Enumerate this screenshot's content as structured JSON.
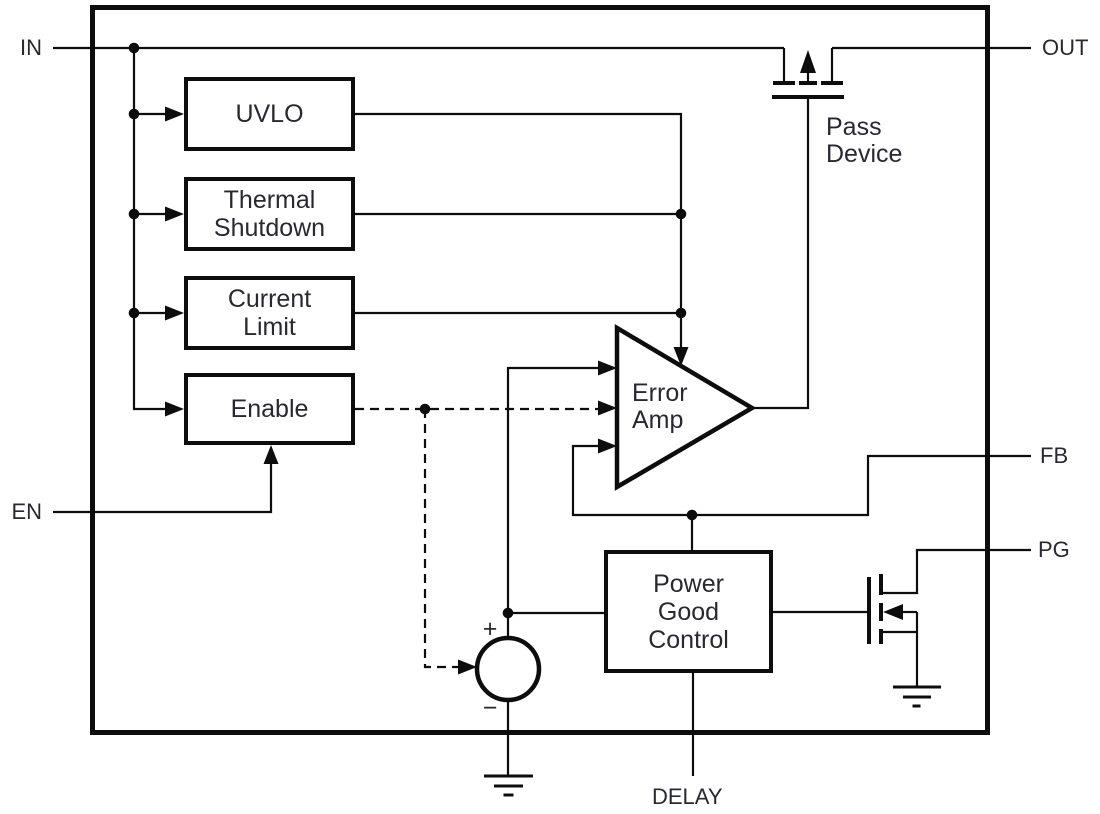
{
  "figure": {
    "kind": "LDO functional block diagram",
    "background": "#ffffff",
    "line_color": "#0d0d0d",
    "text_color": "#2a2733"
  },
  "pins": {
    "in": {
      "label": "IN"
    },
    "out": {
      "label": "OUT"
    },
    "en": {
      "label": "EN"
    },
    "fb": {
      "label": "FB"
    },
    "pg": {
      "label": "PG"
    },
    "delay": {
      "label": "DELAY"
    }
  },
  "blocks": {
    "uvlo": {
      "label": "UVLO"
    },
    "thermal_shutdown": {
      "label": "Thermal\nShutdown"
    },
    "current_limit": {
      "label": "Current\nLimit"
    },
    "enable": {
      "label": "Enable"
    },
    "error_amp": {
      "label": "Error\nAmp"
    },
    "power_good_control": {
      "label": "Power\nGood\nControl"
    },
    "pass_device": {
      "label": "Pass\nDevice"
    }
  },
  "reference_source": {
    "plus_label": "+",
    "minus_label": "−"
  }
}
